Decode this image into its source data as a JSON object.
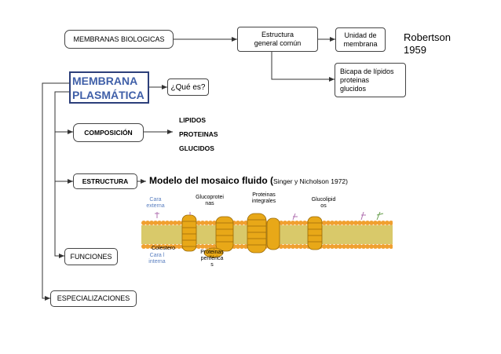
{
  "diagram": {
    "membranas_biologicas": "MEMBRANAS BIOLOGICAS",
    "estructura_general": [
      "Estructura",
      "general común"
    ],
    "unidad_membrana": [
      "Unidad de",
      "membrana"
    ],
    "robertson": [
      "Robertson",
      "1959"
    ],
    "bicapa": [
      "Bicapa de lípidos",
      "proteinas",
      "glucidos"
    ],
    "membrana_plasmatica": [
      "MEMBRANA",
      "PLASMÁTICA"
    ],
    "que_es": "¿Qué es?",
    "composicion": "COMPOSICIÓN",
    "composicion_items": [
      "LIPIDOS",
      "PROTEINAS",
      "GLUCIDOS"
    ],
    "estructura": "ESTRUCTURA",
    "modelo_title": "Modelo del mosaico fluido (",
    "modelo_ref": "Singer y Nicholson 1972)",
    "funciones": "FUNCIONES",
    "especializaciones": "ESPECIALIZACIONES"
  },
  "figure_labels": {
    "cara_externa": [
      "Cara",
      "externa"
    ],
    "glucoproteinas": [
      "Glucoprotei",
      "nas"
    ],
    "proteinas_integrales": [
      "Proteinas",
      "integrales"
    ],
    "glucolipidos": [
      "Glucolipid",
      "os"
    ],
    "colestero": "Colestero",
    "cara_interna": [
      "Cara  l",
      "interna"
    ],
    "proteinas_perifericas": [
      "Proteinas",
      "periférica",
      "s"
    ]
  },
  "colors": {
    "membrana_text": "#3f5fa8",
    "membrana_border": "#2c3f7a",
    "lipid_head": "#f0a030",
    "lipid_tail": "#d9c96a",
    "protein": "#e8a818",
    "protein_dark": "#9a6a08",
    "label_blue": "#5a7fc0"
  }
}
